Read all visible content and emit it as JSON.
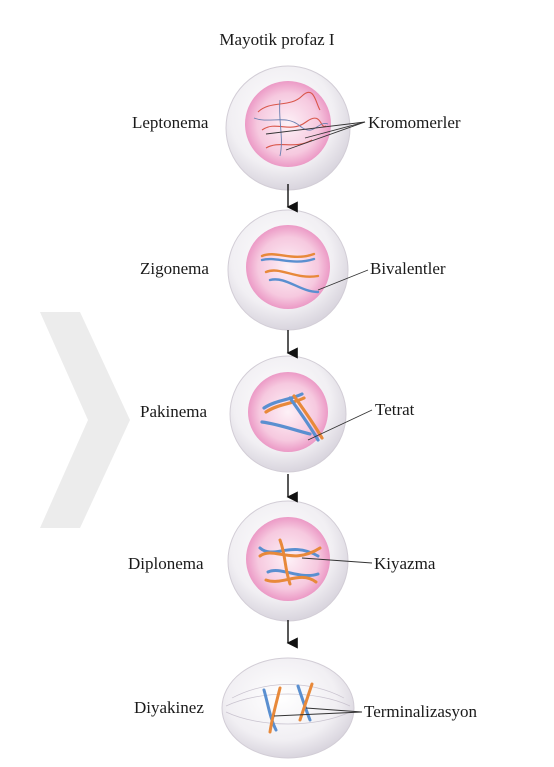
{
  "title": "Mayotik profaz I",
  "stages": [
    {
      "name": "Leptonema",
      "part": "Kromomerler"
    },
    {
      "name": "Zigonema",
      "part": "Bivalentler"
    },
    {
      "name": "Pakinema",
      "part": "Tetrat"
    },
    {
      "name": "Diplonema",
      "part": "Kiyazma"
    },
    {
      "name": "Diyakinez",
      "part": "Terminalizasyon"
    }
  ],
  "colors": {
    "chromosome_orange": "#e8893a",
    "chromosome_blue": "#5a8fd0",
    "nucleus_pink": "#e98bc0",
    "cell_gray": "#e6e3ea",
    "watermark": "#ececec"
  }
}
